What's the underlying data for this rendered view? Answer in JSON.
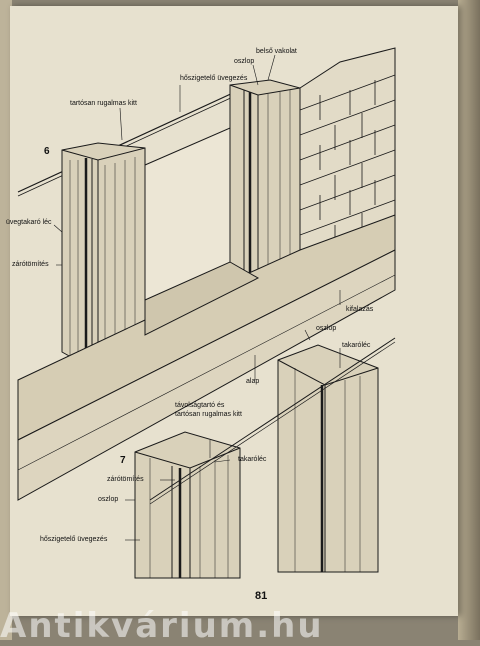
{
  "labels": {
    "belso_vakolat": "belső vakolat",
    "oszlop_top": "oszlop",
    "hoszigetelo_top": "hőszigetelő üvegezés",
    "kitt_top": "tartósan rugalmas kitt",
    "uvegtakaro": "üvegtakaró léc",
    "zarotomites_1": "zárótömítés",
    "kifalazas": "kifalazás",
    "oszlop_mid": "oszlop",
    "takarolec_1": "takaróléc",
    "alap": "alap",
    "tavolsagtarto": "távolságtartó és",
    "tavolsagtarto2": "tartósan rugalmas kitt",
    "takarolec_2": "takaróléc",
    "zarotomites_2": "zárótömítés",
    "oszlop_bot": "oszlop",
    "hoszigetelo_bot": "hőszigetelő üvegezés"
  },
  "figure_numbers": {
    "fig6": "6",
    "fig7": "7"
  },
  "page_number": "81",
  "watermark": "Antikvárium.hu",
  "colors": {
    "paper": "#e7e1cf",
    "ink": "#1a1a1a"
  }
}
